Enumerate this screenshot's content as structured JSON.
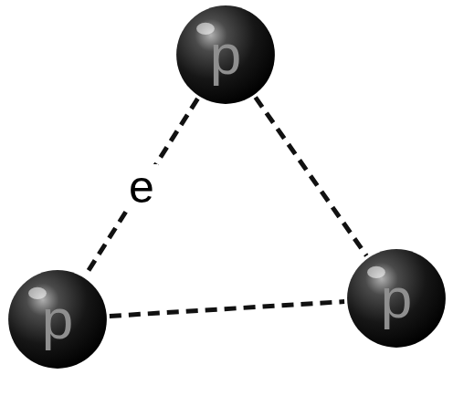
{
  "diagram": {
    "nodes": [
      {
        "text": [
          "p"
        ]
      },
      {
        "text": [
          "p"
        ]
      },
      {
        "text": [
          "p"
        ]
      }
    ],
    "edges": [
      {
        "from": 0,
        "to": 1,
        "arrow": "none",
        "label": "e"
      },
      {
        "from": 0,
        "to": 2,
        "arrow": "none"
      },
      {
        "from": 1,
        "to": 2,
        "arrow": "none"
      }
    ]
  }
}
